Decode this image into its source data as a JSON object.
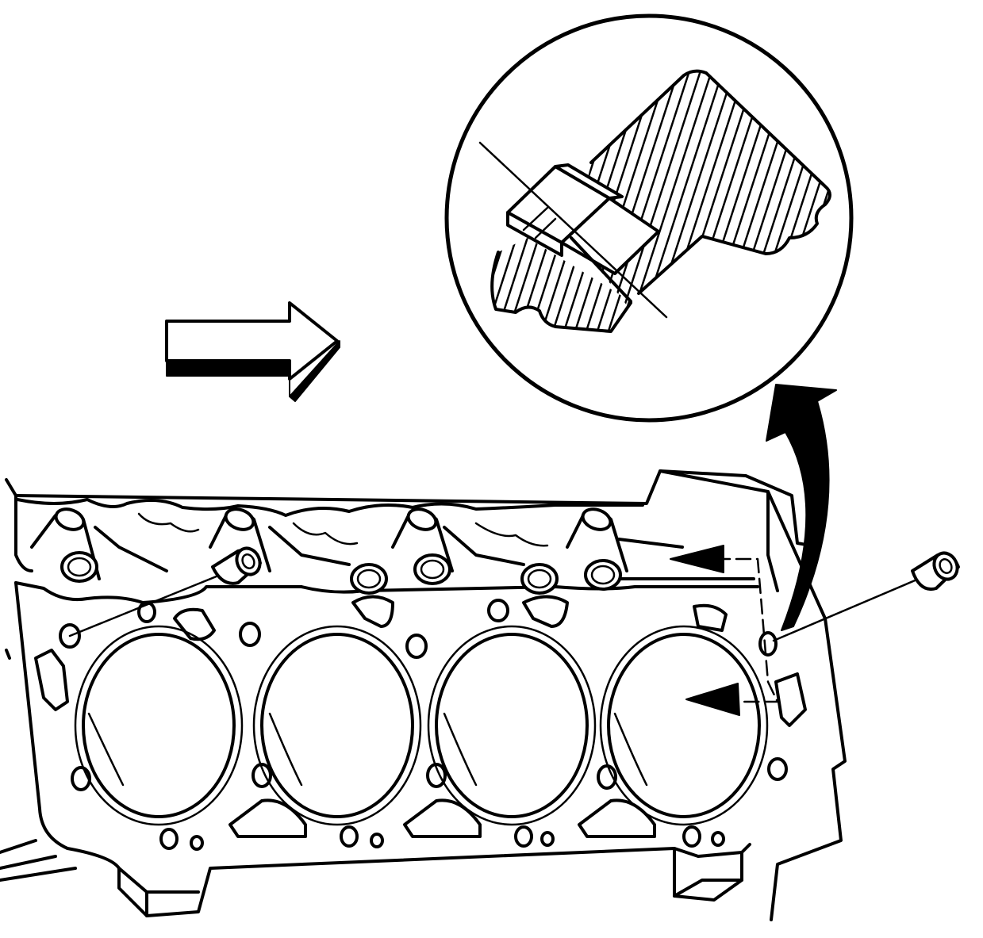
{
  "figure": {
    "subject": "engine-block-deck-with-dowel-pins",
    "colors": {
      "ink": "#000000",
      "paper": "#ffffff"
    },
    "cylinder_bores": 4,
    "dowel_pins": 2,
    "detail_view": "dowel-pin-seated-in-deck",
    "labels": []
  }
}
